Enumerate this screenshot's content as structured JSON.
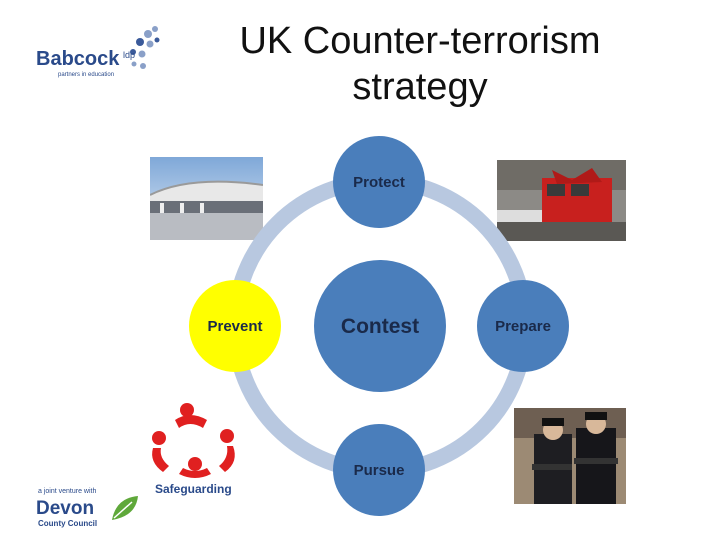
{
  "title": "UK Counter-terrorism strategy",
  "logos": {
    "babcock_name": "Babcock",
    "babcock_sup": "ldp",
    "babcock_tagline": "partners in education",
    "devon_small": "a joint venture with",
    "devon_name": "Devon",
    "devon_sub": "County Council"
  },
  "diagram": {
    "center": "Contest",
    "nodes": {
      "top": "Protect",
      "right": "Prepare",
      "bottom": "Pursue",
      "left": "Prevent"
    },
    "colors": {
      "node_blue": "#4a7ebb",
      "prevent_yellow": "#ffff00",
      "ring": "#b8c8e0"
    }
  },
  "safeguarding_label": "Safeguarding",
  "images": [
    "airport-terminal-photo",
    "bombed-bus-photo",
    "armed-police-photo",
    "safeguarding-people-icon"
  ]
}
